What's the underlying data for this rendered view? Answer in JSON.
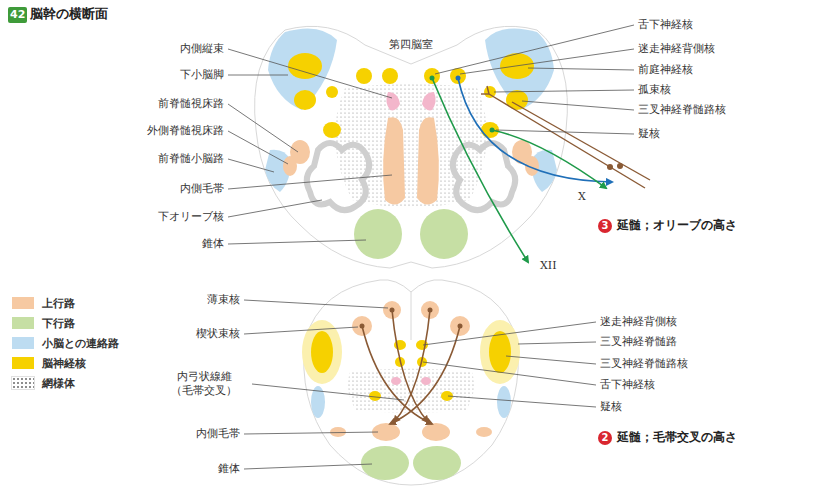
{
  "diagram": {
    "title": "脳幹の横断面",
    "labels": [
      "42",
      "内側縦束",
      "下小脳脚",
      "前脊髄視床路",
      "外側脊髄視床路",
      "前脊髄小脳路",
      "内側毛帯",
      "下オリーブ核",
      "錐体",
      "第四脳室",
      "舌下神経核",
      "迷走神経背側核",
      "前庭神経核",
      "孤束核",
      "三叉神経脊髄路核",
      "疑核",
      "X",
      "XII",
      "3",
      "延髄；オリーブの高さ",
      "薄束核",
      "楔状束核",
      "内弓状線維 （毛帯交叉）",
      "内側毛帯",
      "錐体",
      "迷走神経背側核",
      "三叉神経脊髄路",
      "三叉神経脊髄路核",
      "舌下神経核",
      "疑核",
      "2",
      "延髄；毛帯交叉の高さ"
    ],
    "legend": [
      {
        "text": "上行路",
        "color": "#f6c9a2"
      },
      {
        "text": "下行路",
        "color": "#c6dfa4"
      },
      {
        "text": "小脳との連絡路",
        "color": "#bddcf1"
      },
      {
        "text": "脳神経核",
        "color": "#f6d100"
      },
      {
        "text": "網様体"
      }
    ]
  }
}
